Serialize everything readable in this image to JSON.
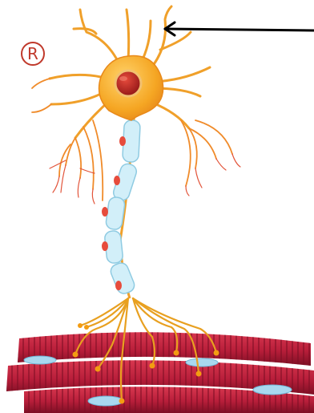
{
  "diagram": {
    "label": "R",
    "structures": [
      "neuron-cell-body",
      "nucleus",
      "dendrites",
      "myelinated-axon",
      "axon-terminals",
      "muscle-fibers"
    ],
    "pointer": "arrow-to-dendrite",
    "colors": {
      "cell_body": "#f5a623",
      "nucleus": "#c62828",
      "dendrite": "#f0a02a",
      "dendrite_tip": "#e2543a",
      "myelin": "#cfeef8",
      "node_mark": "#e74c3c",
      "muscle": "#b81e3a",
      "muscle_stripe": "#7d0f24",
      "muscle_nucleus": "#a9d8ef",
      "arrow": "#000000",
      "label": "#c0392b"
    }
  }
}
